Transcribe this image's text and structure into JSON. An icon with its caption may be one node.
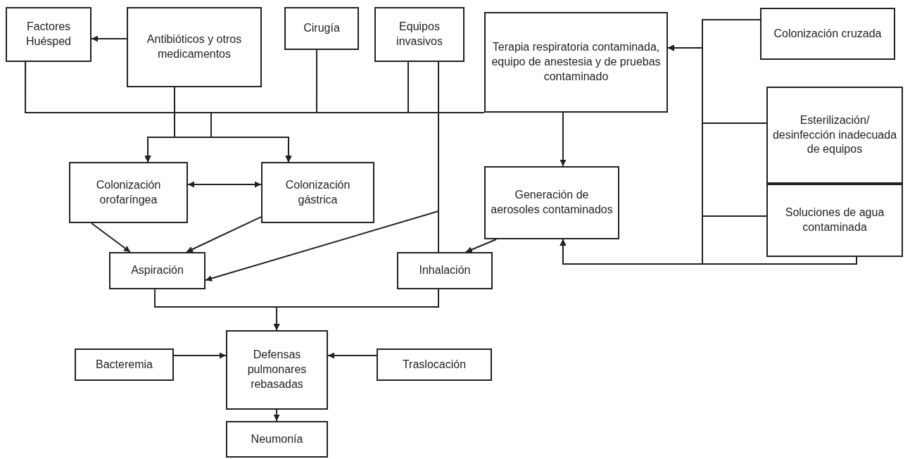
{
  "diagram": {
    "nodes": [
      {
        "text": [
          "Factores Huésped"
        ]
      },
      {
        "text": [
          "Antibióticos y otros medicamentos"
        ]
      },
      {
        "text": [
          "Cirugía"
        ]
      },
      {
        "text": [
          "Equipos invasivos"
        ]
      },
      {
        "text": [
          "Terapia respiratoria contaminada, equipo de anestesia y de pruebas contaminado"
        ]
      },
      {
        "text": [
          "Colonización cruzada"
        ]
      },
      {
        "text": [
          "Colonización orofaríngea"
        ]
      },
      {
        "text": [
          "Colonización gástrica"
        ]
      },
      {
        "text": [
          "Generación de aerosoles contaminados"
        ]
      },
      {
        "text": [
          "Esterilización/ desinfección inadecuada de equipos"
        ]
      },
      {
        "text": [
          "Soluciones de agua contaminada"
        ]
      },
      {
        "text": [
          "Aspiración"
        ]
      },
      {
        "text": [
          "Inhalación"
        ]
      },
      {
        "text": [
          "Bacteremia"
        ]
      },
      {
        "text": [
          "Defensas pulmonares rebasadas"
        ]
      },
      {
        "text": [
          "Traslocación"
        ]
      },
      {
        "text": [
          "Neumonía"
        ]
      }
    ],
    "edges": [
      {
        "from": 1,
        "to": 0,
        "arrow": "to"
      },
      {
        "from": 0,
        "to": 6,
        "arrow": "to"
      },
      {
        "from": 0,
        "to": 7,
        "arrow": "to"
      },
      {
        "from": 1,
        "to": 6,
        "arrow": "to"
      },
      {
        "from": 1,
        "to": 7,
        "arrow": "to"
      },
      {
        "from": 2,
        "to": 6,
        "arrow": "to"
      },
      {
        "from": 2,
        "to": 7,
        "arrow": "to"
      },
      {
        "from": 3,
        "to": 6,
        "arrow": "to"
      },
      {
        "from": 3,
        "to": 7,
        "arrow": "to"
      },
      {
        "from": 4,
        "to": 6,
        "arrow": "to"
      },
      {
        "from": 4,
        "to": 7,
        "arrow": "to"
      },
      {
        "from": 6,
        "to": 7,
        "arrow": "both"
      },
      {
        "from": 6,
        "to": 11,
        "arrow": "to"
      },
      {
        "from": 7,
        "to": 11,
        "arrow": "to"
      },
      {
        "from": 3,
        "to": 11,
        "arrow": "to"
      },
      {
        "from": 3,
        "to": 12,
        "arrow": "none"
      },
      {
        "from": 4,
        "to": 8,
        "arrow": "to"
      },
      {
        "from": 5,
        "to": 4,
        "arrow": "to"
      },
      {
        "from": 9,
        "to": 4,
        "arrow": "to"
      },
      {
        "from": 10,
        "to": 4,
        "arrow": "to"
      },
      {
        "from": 5,
        "to": 8,
        "arrow": "to"
      },
      {
        "from": 9,
        "to": 8,
        "arrow": "to"
      },
      {
        "from": 10,
        "to": 8,
        "arrow": "to"
      },
      {
        "from": 8,
        "to": 12,
        "arrow": "to"
      },
      {
        "from": 11,
        "to": 14,
        "arrow": "to"
      },
      {
        "from": 12,
        "to": 14,
        "arrow": "to"
      },
      {
        "from": 13,
        "to": 14,
        "arrow": "to"
      },
      {
        "from": 15,
        "to": 14,
        "arrow": "to"
      },
      {
        "from": 14,
        "to": 16,
        "arrow": "to"
      }
    ]
  }
}
